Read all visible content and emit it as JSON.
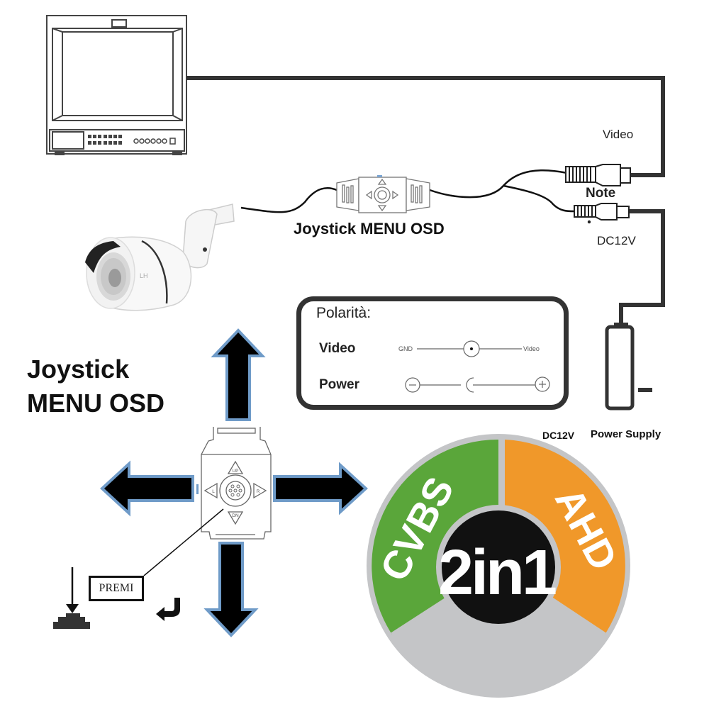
{
  "labels": {
    "video": "Video",
    "note": "Note",
    "dc12v_top": "DC12V",
    "joystick_caption": "Joystick MENU OSD",
    "joystick_title_line1": "Joystick",
    "joystick_title_line2": "MENU OSD",
    "dc12v_bottom": "DC12V",
    "power_supply": "Power Supply",
    "premi": "PREMI",
    "power_supply_minus": "–"
  },
  "polarity": {
    "title": "Polarità:",
    "rows": [
      {
        "label": "Video",
        "left": "GND",
        "right": "Video"
      },
      {
        "label": "Power",
        "left": "−",
        "right": "+"
      }
    ]
  },
  "joystick_keys": {
    "up": "UP",
    "down": "DN",
    "left": "L",
    "right": "R"
  },
  "camera": {
    "brand_mark": "LH"
  },
  "badge": {
    "center": "2in1",
    "left_segment": "CVBS",
    "right_segment": "AHD",
    "colors": {
      "cvbs": "#5aa63a",
      "ahd": "#f0982a",
      "ring": "#c4c5c7",
      "center": "#111111",
      "text": "#ffffff"
    }
  },
  "colors": {
    "cable": "#333333",
    "arrow_fill": "#000000",
    "arrow_outline": "#6f9bc8",
    "line_art": "#555555"
  }
}
